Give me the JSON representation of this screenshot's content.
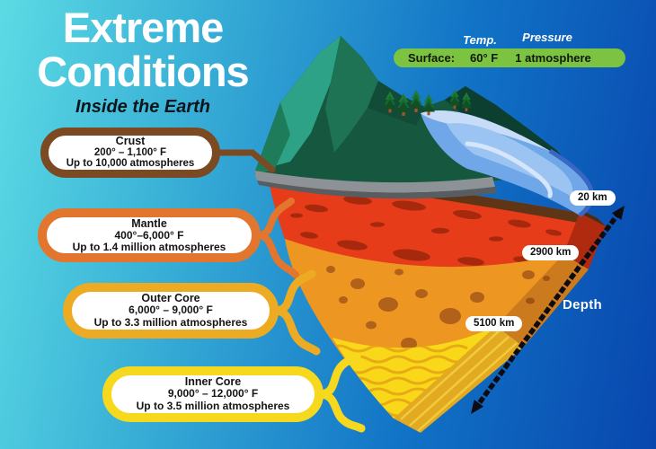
{
  "header": {
    "title_line1": "Extreme",
    "title_line2": "Conditions",
    "subtitle": "Inside the Earth"
  },
  "surface_bar": {
    "temp_label": "Temp.",
    "pressure_label": "Pressure",
    "name_label": "Surface:",
    "temp_value": "60° F",
    "pressure_value": "1 atmosphere",
    "pill_color": "#7cc341"
  },
  "layers": [
    {
      "name": "Crust",
      "temperature": "200° – 1,100° F",
      "pressure": "Up to 10,000 atmospheres",
      "accent_color": "#7b4a22"
    },
    {
      "name": "Mantle",
      "temperature": "400°–6,000° F",
      "pressure": "Up to 1.4 million atmospheres",
      "accent_color": "#e2762e"
    },
    {
      "name": "Outer Core",
      "temperature": "6,000° – 9,000° F",
      "pressure": "Up to 3.3 million atmospheres",
      "accent_color": "#ecab22"
    },
    {
      "name": "Inner Core",
      "temperature": "9,000° – 12,000° F",
      "pressure": "Up to 3.5 million atmospheres",
      "accent_color": "#f6d91f"
    }
  ],
  "depth_axis": {
    "label": "Depth",
    "markers": [
      "20 km",
      "2900 km",
      "5100 km"
    ]
  },
  "colors": {
    "background_top_left": "#5cdbe4",
    "background_bottom_right": "#0846ae",
    "mantle_fill": "#e63c1a",
    "outer_core_fill": "#ed9722",
    "inner_core_fill": "#f9d81a",
    "crust_fill": "#5f3517",
    "mountain_green": "#16573f",
    "ocean_blue": "#6fa7e9"
  }
}
